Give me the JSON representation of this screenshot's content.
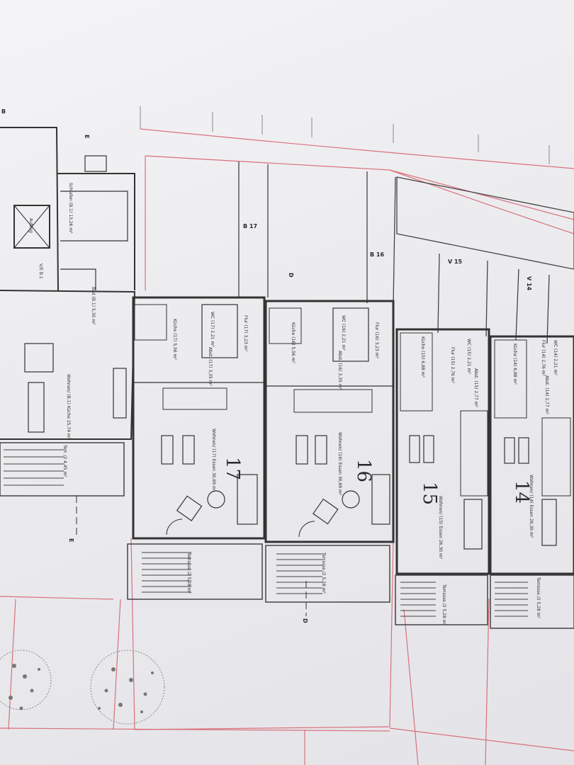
{
  "sections": {
    "b17": "B 17",
    "b16": "B 16",
    "v15": "V 15",
    "v14": "V 14",
    "e_top": "E",
    "e_bottom": "E",
    "d_top": "D",
    "d_bottom": "D",
    "b_left": "B",
    "f_left": "V/E B.1"
  },
  "units": [
    {
      "number": "17",
      "rooms": {
        "kitchen": "Küche (17) 5,56 m²",
        "hall": "Flur (17) 3,23 m²",
        "wc": "WC (17) 2,21 m²",
        "storage": "Abst. (17) 3,35 m²",
        "living": "Wohnen/ (17) Essen 30,69 m²",
        "terrace": "Terrasse /2 5,28 m²"
      }
    },
    {
      "number": "16",
      "rooms": {
        "kitchen": "Küche (16) 5,56 m²",
        "hall": "Flur (16) 3,23 m²",
        "wc": "WC (16) 2,21 m²",
        "storage": "Abst. (16) 3,35 m²",
        "living": "Wohnen/ (16) Essen 30,69 m²",
        "terrace": "Terrasse /2 5,28 m²"
      }
    },
    {
      "number": "15",
      "rooms": {
        "kitchen": "Küche (15) 6,88 m²",
        "hall": "Flur (15) 2,76 m²",
        "wc": "WC (15) 2,21 m²",
        "storage": "Abst. (15) 2,77 m²",
        "living": "Wohnen/ (15) Essen 26,30 m²",
        "terrace": "Terrasse /2 5,28 m²"
      }
    },
    {
      "number": "14",
      "rooms": {
        "kitchen": "Küche (14) 6,88 m²",
        "hall": "Flur (14) 2,76 m²",
        "wc": "WC (14) 2,21 m²",
        "storage": "Abst. (14) 2,77 m²",
        "living": "Wohnen/ (14) Essen 26,30 m²",
        "terrace": "Terrasse /2 5,28 m²"
      }
    }
  ],
  "left_apartment": {
    "bedroom": "Schlafen (B.1) 13,26 m²",
    "bath": "Bad (B.1) 5,30 m²",
    "living": "Wohnen/ (B.1) Küche 25,74 m²",
    "terrace": "Terr. /2 4,45 m²",
    "lift": "Aufzug"
  },
  "colors": {
    "redline": "#d9707a",
    "ink": "#333333",
    "paper": "#efeff2"
  },
  "icons": [
    "tree-symbol",
    "stair-symbol",
    "door-swing-symbol",
    "table-symbol",
    "sofa-symbol"
  ]
}
